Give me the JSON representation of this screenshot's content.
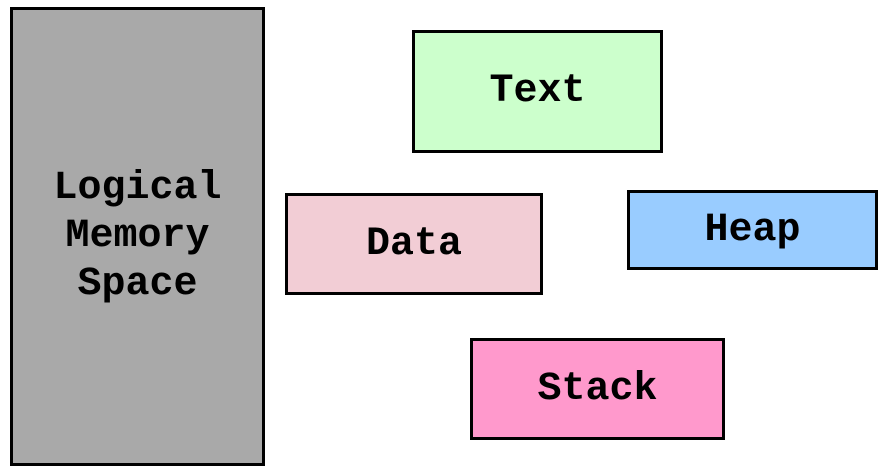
{
  "boxes": {
    "memory": {
      "label": "Logical Memory Space",
      "lines": [
        "Logical",
        "Memory",
        "Space"
      ],
      "color": "#a9a9a9",
      "border_color": "#000000"
    },
    "text": {
      "label": "Text",
      "color": "#ccffcc",
      "border_color": "#000000"
    },
    "data": {
      "label": "Data",
      "color": "#f2cdd5",
      "border_color": "#000000"
    },
    "heap": {
      "label": "Heap",
      "color": "#99ccff",
      "border_color": "#000000"
    },
    "stack": {
      "label": "Stack",
      "color": "#ff99cc",
      "border_color": "#000000"
    }
  }
}
